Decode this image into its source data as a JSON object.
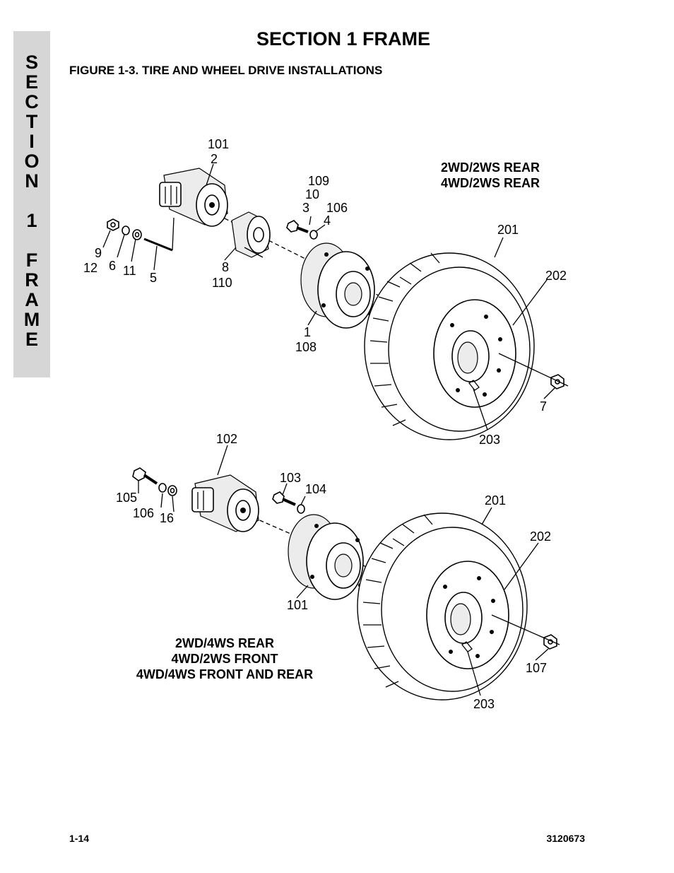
{
  "side_tab": {
    "letters": [
      "S",
      "E",
      "C",
      "T",
      "I",
      "O",
      "N",
      "",
      "1",
      "",
      "F",
      "R",
      "A",
      "M",
      "E"
    ]
  },
  "header": {
    "section_title": "SECTION 1  FRAME",
    "figure_title": "FIGURE 1-3.    TIRE AND WHEEL DRIVE INSTALLATIONS"
  },
  "upper_assembly": {
    "config_lines": [
      "2WD/2WS REAR",
      "4WD/2WS REAR"
    ],
    "callouts": [
      "101",
      "2",
      "109",
      "10",
      "3",
      "106",
      "4",
      "9",
      "12",
      "6",
      "11",
      "5",
      "8",
      "110",
      "1",
      "108",
      "201",
      "202",
      "7",
      "203"
    ]
  },
  "lower_assembly": {
    "config_lines": [
      "2WD/4WS REAR",
      "4WD/2WS FRONT",
      "4WD/4WS FRONT AND REAR"
    ],
    "callouts": [
      "102",
      "103",
      "104",
      "105",
      "106",
      "16",
      "101",
      "201",
      "202",
      "107",
      "203"
    ]
  },
  "footer": {
    "page_number": "1-14",
    "doc_number": "3120673"
  }
}
